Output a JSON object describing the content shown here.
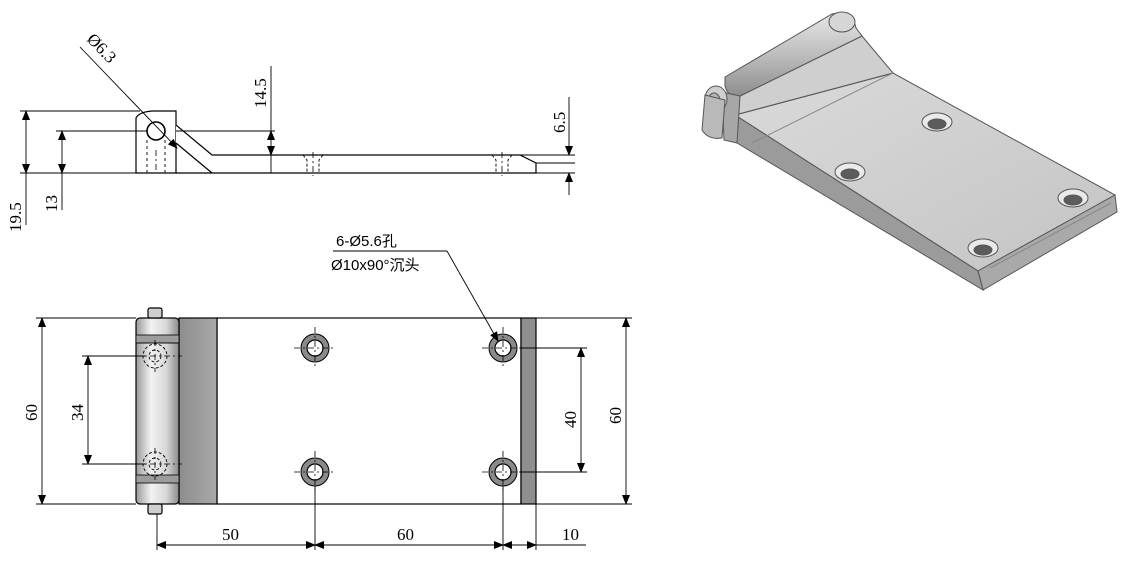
{
  "side_view": {
    "dims": {
      "dia_pin": "Ø6.3",
      "h_total": "19.5",
      "h_axis": "13",
      "h_step": "14.5",
      "h_tip": "6.5"
    }
  },
  "top_view": {
    "dims": {
      "width_left": "60",
      "pin_spacing": "34",
      "hole_spacing_v": "40",
      "width_right": "60",
      "len_1": "50",
      "len_2": "60",
      "len_3": "10"
    },
    "hole_note": {
      "line1": "6-Ø5.6孔",
      "line2": "Ø10x90°沉头"
    }
  },
  "iso_view": {
    "hole_count": 4
  }
}
